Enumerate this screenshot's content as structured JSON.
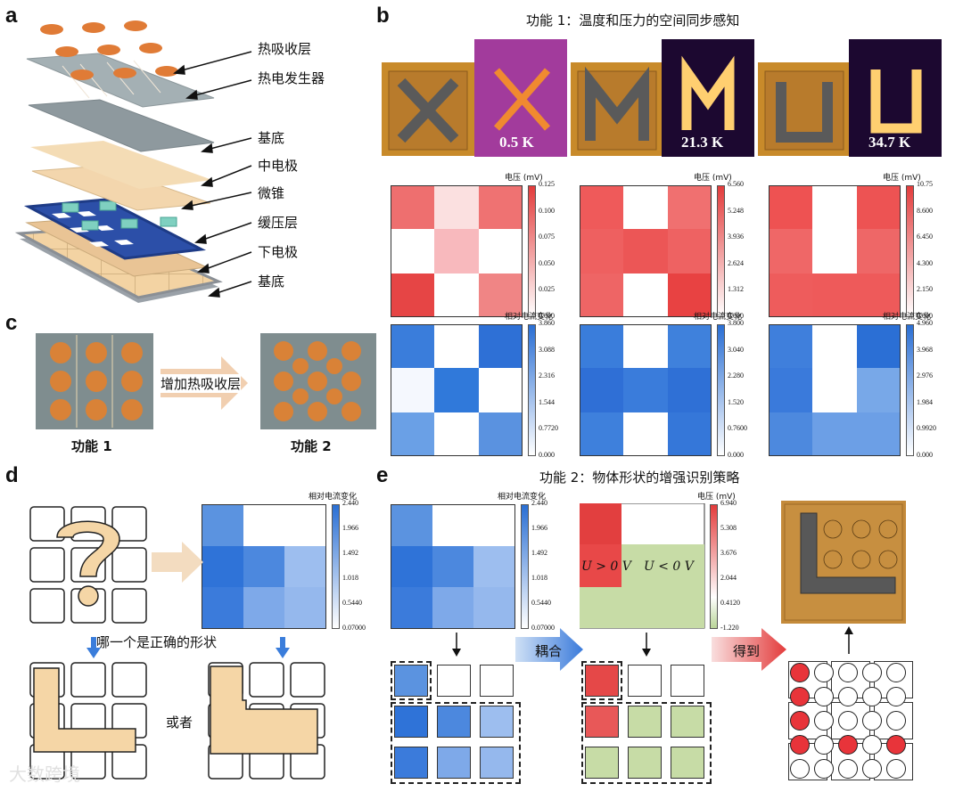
{
  "panels": {
    "a": "a",
    "b": "b",
    "c": "c",
    "d": "d",
    "e": "e"
  },
  "a": {
    "layers": [
      "热吸收层",
      "热电发生器",
      "基底",
      "中电极",
      "微锥",
      "缓压层",
      "下电极",
      "基底"
    ]
  },
  "b": {
    "title": "功能 1：温度和压力的空间同步感知",
    "photo_values": [
      "0.5 K",
      "21.3 K",
      "34.7 K"
    ],
    "voltage_label": "电压 (mV)",
    "current_label": "相对电流变化",
    "voltage_maps": [
      {
        "ticks": [
          "0.125",
          "0.100",
          "0.075",
          "0.050",
          "0.025",
          "0.000"
        ],
        "cells": [
          "#ee6f6f",
          "#fbe0e0",
          "#ef7272",
          "#ffffff",
          "#f8b9bd",
          "#ffffff",
          "#e64545",
          "#ffffff",
          "#f08585"
        ]
      },
      {
        "ticks": [
          "6.560",
          "5.248",
          "3.936",
          "2.624",
          "1.312",
          "0.000"
        ],
        "cells": [
          "#ef5a5a",
          "#ffffff",
          "#f07070",
          "#ee6060",
          "#ec5656",
          "#ee6262",
          "#ee6565",
          "#ffffff",
          "#e84242"
        ]
      },
      {
        "ticks": [
          "10.75",
          "8.600",
          "6.450",
          "4.300",
          "2.150",
          "0.000"
        ],
        "cells": [
          "#ee5252",
          "#ffffff",
          "#ed5353",
          "#ef6767",
          "#ffffff",
          "#ee6767",
          "#ee5c5c",
          "#ee5a5a",
          "#ee5a5a"
        ]
      }
    ],
    "current_maps": [
      {
        "ticks": [
          "3.860",
          "3.088",
          "2.316",
          "1.544",
          "0.7720",
          "0.000"
        ],
        "cells": [
          "#3a7ddb",
          "#ffffff",
          "#2e70d6",
          "#f5f8fe",
          "#3079da",
          "#ffffff",
          "#6aa0e6",
          "#ffffff",
          "#5a92e0"
        ]
      },
      {
        "ticks": [
          "3.800",
          "3.040",
          "2.280",
          "1.520",
          "0.7600",
          "0.000"
        ],
        "cells": [
          "#3a7ddb",
          "#ffffff",
          "#3f81dc",
          "#2f6fd6",
          "#3a7cdb",
          "#2f70d6",
          "#3e80dc",
          "#ffffff",
          "#3577d9"
        ]
      },
      {
        "ticks": [
          "4.960",
          "3.968",
          "2.976",
          "1.984",
          "0.9920",
          "0.000"
        ],
        "cells": [
          "#3f7fdc",
          "#ffffff",
          "#2b6fd5",
          "#3a7adb",
          "#ffffff",
          "#78a8e8",
          "#4d89de",
          "#6c9fe6",
          "#6c9fe6"
        ]
      }
    ]
  },
  "c": {
    "arrow_label": "增加热吸收层",
    "left_label": "功能 1",
    "right_label": "功能 2"
  },
  "d": {
    "current_label": "相对电流变化",
    "ticks": [
      "2.440",
      "1.966",
      "1.492",
      "1.018",
      "0.5440",
      "0.07000"
    ],
    "cells": [
      "#5b93e0",
      "#ffffff",
      "#ffffff",
      "#2f73d8",
      "#4c88de",
      "#9dbeef",
      "#3b7bdb",
      "#7ea9e9",
      "#95b8ed"
    ],
    "question": "哪一个是正确的形状",
    "or": "或者"
  },
  "e": {
    "title": "功能 2：物体形状的增强识别策略",
    "current_label": "相对电流变化",
    "current_ticks": [
      "2.440",
      "1.966",
      "1.492",
      "1.018",
      "0.5440",
      "0.07000"
    ],
    "current_cells": [
      "#5b93e0",
      "#ffffff",
      "#ffffff",
      "#2f73d8",
      "#4c88de",
      "#9dbeef",
      "#3b7bdb",
      "#7ea9e9",
      "#95b8ed"
    ],
    "voltage_label": "电压 (mV)",
    "voltage_ticks": [
      "6.940",
      "5.308",
      "3.676",
      "2.044",
      "0.4120",
      "-1.220"
    ],
    "u_pos": "U > 0 V",
    "u_neg": "U < 0 V",
    "couple": "耦合",
    "obtain": "得到",
    "grid_blue": [
      "#5b93e0",
      "#ffffff",
      "#ffffff",
      "#2f73d8",
      "#4c88de",
      "#9dbeef",
      "#3b7bdb",
      "#7ea9e9",
      "#95b8ed"
    ],
    "grid_mix": [
      "#e54848",
      "#ffffff",
      "#ffffff",
      "#e85858",
      "#c7dca6",
      "#c7dca6",
      "#c7dca6",
      "#c7dca6",
      "#c7dca6"
    ],
    "dots": [
      1,
      0,
      0,
      0,
      0,
      1,
      0,
      0,
      0,
      0,
      1,
      0,
      0,
      0,
      0,
      1,
      0,
      1,
      0,
      1,
      0,
      0,
      0,
      0,
      0
    ]
  },
  "watermark": "大数跨境",
  "colors": {
    "bar_red": "#e33c3c",
    "bar_blue": "#2a6fd4",
    "tan": "#f5d6a6",
    "green": "#c7dca6"
  }
}
